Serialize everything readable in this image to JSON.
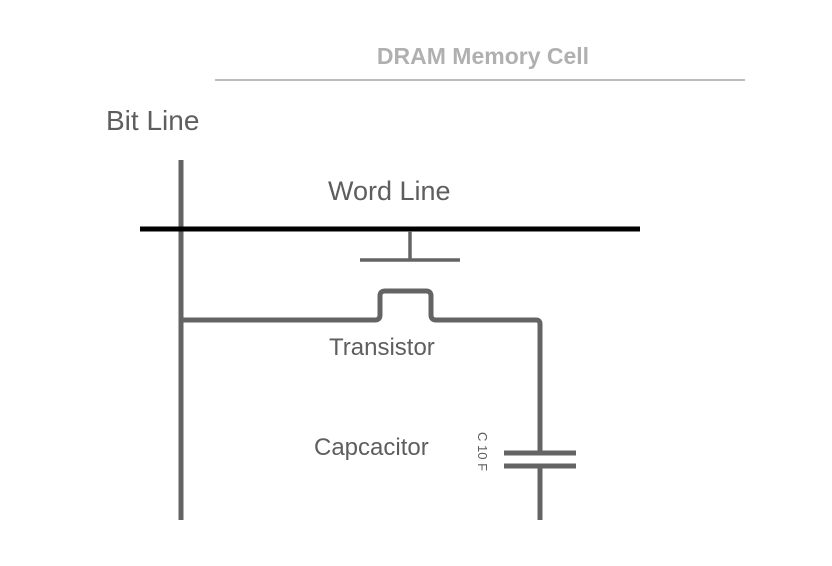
{
  "title": "DRAM Memory Cell",
  "labels": {
    "bit_line": "Bit Line",
    "word_line": "Word Line",
    "transistor": "Transistor",
    "capacitor": "Capcacitor",
    "capacitor_value": "C 10 F"
  },
  "colors": {
    "title": "#b0b0b0",
    "wire": "#646464",
    "word_line": "#000000",
    "text": "#5e5e5e"
  }
}
